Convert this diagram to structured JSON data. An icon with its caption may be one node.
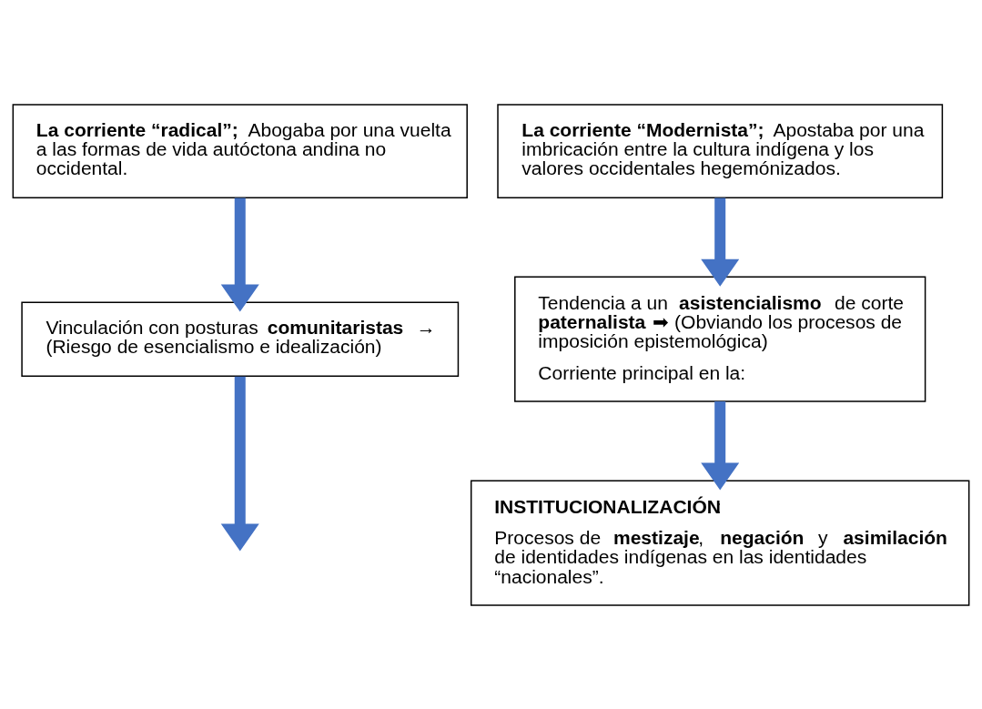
{
  "diagram": {
    "nodes": [
      {
        "text": [
          "**La corriente “radical”;** Abogaba por una vuelta a las formas de vida autóctona andina no occidental."
        ]
      },
      {
        "text": [
          "**La corriente “Modernista”;** Apostaba por una imbricación entre la cultura indígena y los valores occidentales hegemónizados."
        ]
      },
      {
        "text": [
          "Vinculación con posturas **comunitaristas** → (Riesgo de esencialismo e idealización)"
        ]
      },
      {
        "text": [
          "Tendencia a un **asistencialismo** de corte **paternalista**. ➡ (Obviando los procesos de imposición epistemológica)",
          "Corriente principal en la:"
        ]
      },
      {
        "text": [
          "**INSTITUCIONALIZACIÓN**:",
          "Procesos de **mestizaje**, **negación** y **asimilación** de identidades indígenas en las identidades “nacionales”."
        ]
      }
    ],
    "edges": [
      {
        "from": 0,
        "to": 2,
        "arrow": "to"
      },
      {
        "from": 1,
        "to": 3,
        "arrow": "to"
      },
      {
        "from": 3,
        "to": 4,
        "arrow": "to"
      },
      {
        "from": 2,
        "to": null,
        "arrow": "to"
      }
    ]
  }
}
